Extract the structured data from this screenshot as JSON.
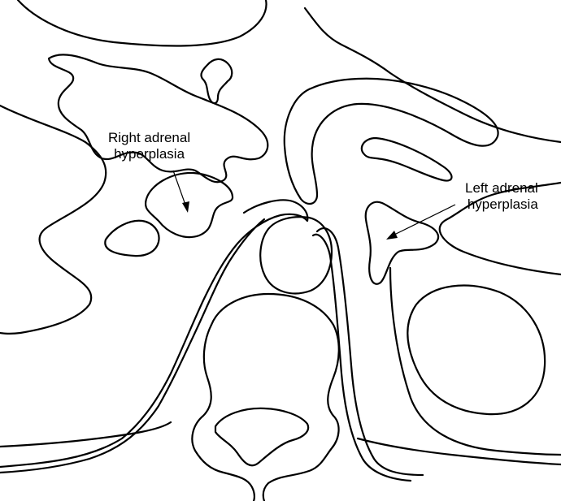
{
  "labels": {
    "right_adrenal": {
      "line1": "Right adrenal",
      "line2": "hyperplasia"
    },
    "left_adrenal": {
      "line1": "Left adrenal",
      "line2": "hyperplasia"
    }
  },
  "colors": {
    "stroke": "#000000",
    "background": "#ffffff"
  }
}
